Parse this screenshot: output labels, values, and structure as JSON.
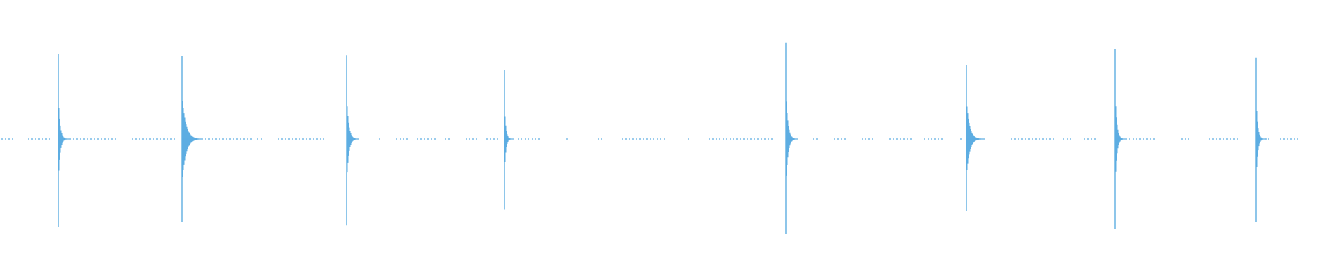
{
  "chart_data": {
    "type": "line",
    "title": "",
    "xlabel": "",
    "ylabel": "",
    "xlim": [
      0,
      1920
    ],
    "ylim": [
      -1,
      1
    ],
    "grid": false,
    "series": [
      {
        "color": "#5DADE2",
        "baseline": 0,
        "transients": [
          {
            "x": 84,
            "peak_pos": 0.7,
            "peak_neg": 0.72,
            "decay": 10
          },
          {
            "x": 262,
            "peak_pos": 0.68,
            "peak_neg": 0.68,
            "decay": 22
          },
          {
            "x": 499,
            "peak_pos": 0.69,
            "peak_neg": 0.71,
            "decay": 12
          },
          {
            "x": 726,
            "peak_pos": 0.57,
            "peak_neg": 0.58,
            "decay": 8
          },
          {
            "x": 1131,
            "peak_pos": 0.79,
            "peak_neg": 0.78,
            "decay": 12
          },
          {
            "x": 1391,
            "peak_pos": 0.61,
            "peak_neg": 0.59,
            "decay": 18
          },
          {
            "x": 1605,
            "peak_pos": 0.74,
            "peak_neg": 0.74,
            "decay": 10
          },
          {
            "x": 1808,
            "peak_pos": 0.67,
            "peak_neg": 0.68,
            "decay": 9
          }
        ],
        "noise_segments": [
          [
            2,
            20
          ],
          [
            40,
            72
          ],
          [
            90,
            170
          ],
          [
            190,
            255
          ],
          [
            270,
            362
          ],
          [
            370,
            380
          ],
          [
            400,
            466
          ],
          [
            545,
            547
          ],
          [
            570,
            590
          ],
          [
            600,
            630
          ],
          [
            640,
            650
          ],
          [
            670,
            690
          ],
          [
            700,
            718
          ],
          [
            745,
            780
          ],
          [
            815,
            818
          ],
          [
            860,
            870
          ],
          [
            895,
            960
          ],
          [
            990,
            992
          ],
          [
            1020,
            1112
          ],
          [
            1170,
            1180
          ],
          [
            1200,
            1220
          ],
          [
            1240,
            1260
          ],
          [
            1280,
            1315
          ],
          [
            1330,
            1360
          ],
          [
            1382,
            1385
          ],
          [
            1400,
            1420
          ],
          [
            1455,
            1520
          ],
          [
            1530,
            1545
          ],
          [
            1560,
            1578
          ],
          [
            1610,
            1665
          ],
          [
            1700,
            1715
          ],
          [
            1740,
            1782
          ],
          [
            1815,
            1830
          ],
          [
            1842,
            1868
          ]
        ]
      }
    ]
  }
}
